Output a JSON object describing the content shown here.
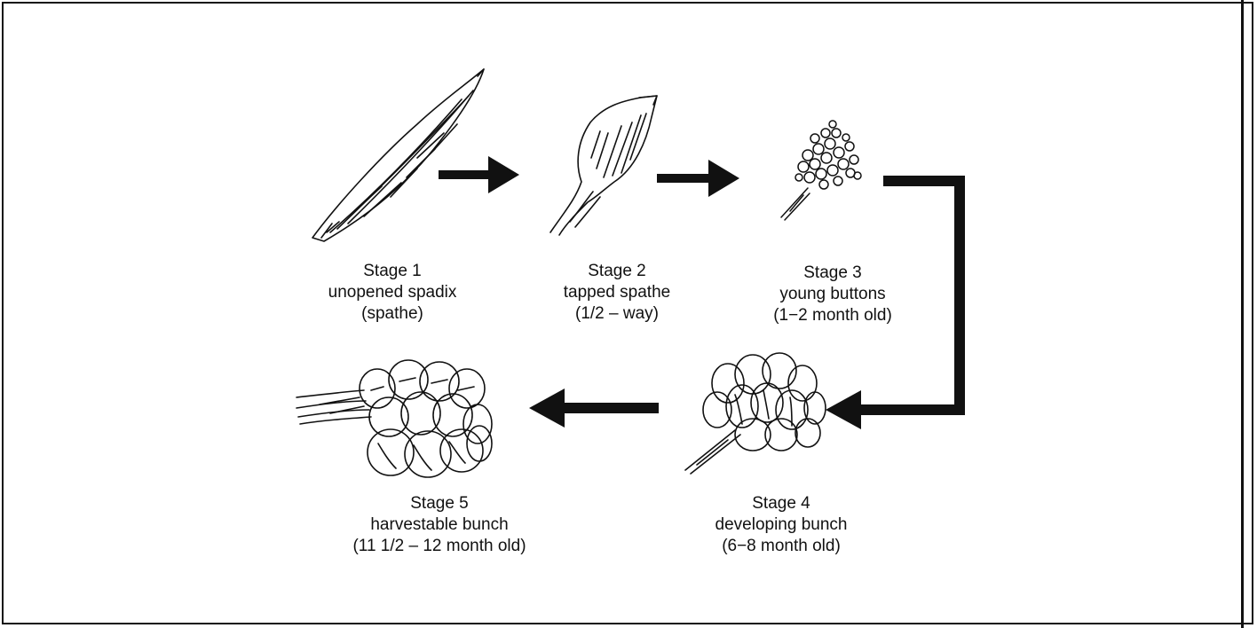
{
  "stages": [
    {
      "title": "Stage 1",
      "line1": "unopened spadix",
      "line2": "(spathe)"
    },
    {
      "title": "Stage 2",
      "line1": "tapped spathe",
      "line2": "(1/2 – way)"
    },
    {
      "title": "Stage 3",
      "line1": "young buttons",
      "line2": "(1−2 month old)"
    },
    {
      "title": "Stage 4",
      "line1": "developing bunch",
      "line2": "(6−8 month old)"
    },
    {
      "title": "Stage 5",
      "line1": "harvestable bunch",
      "line2": "(11 1/2 – 12 month old)"
    }
  ]
}
